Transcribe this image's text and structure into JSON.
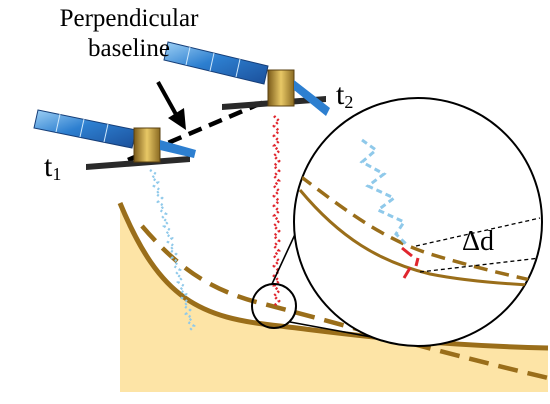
{
  "labels": {
    "baseline_line1": "Perpendicular",
    "baseline_line2": "baseline",
    "t1_base": "t",
    "t1_sub": "1",
    "t2_base": "t",
    "t2_sub": "2",
    "delta_d": "Δd"
  },
  "colors": {
    "ground_fill": "#fde4a6",
    "terrain_line": "#9a6e1a",
    "signal_t1": "#8fc9ea",
    "signal_t2": "#e0262e",
    "baseline": "#000000",
    "panel_blue": "#2d7fd0",
    "satellite_body": "#c8a24a"
  }
}
